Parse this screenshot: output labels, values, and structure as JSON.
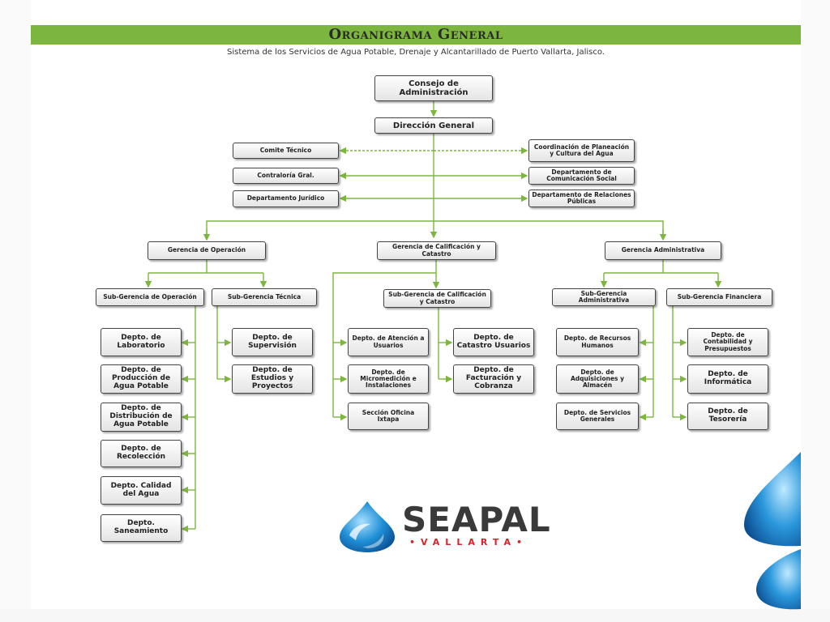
{
  "header": {
    "title": "Organigrama General",
    "subtitle": "Sistema de los Servicios de Agua Potable, Drenaje y Alcantarillado de Puerto Vallarta, Jalisco."
  },
  "org": {
    "consejo": "Consejo de Administración",
    "direccion": "Dirección General",
    "comite": "Comite Técnico",
    "contraloria": "Contraloría Gral.",
    "juridico": "Departamento Jurídico",
    "planeacion": "Coordinación de Planeación y Cultura del Agua",
    "comunicacion": "Departamento de Comunicación Social",
    "relaciones": "Departamento de Relaciones Públicas",
    "gerencia_operacion": "Gerencia de Operación",
    "gerencia_calificacion": "Gerencia de Calificación y Catastro",
    "gerencia_administrativa": "Gerencia Administrativa",
    "sub_operacion": "Sub-Gerencia de Operación",
    "sub_tecnica": "Sub-Gerencia Técnica",
    "sub_calificacion": "Sub-Gerencia de Calificación y Catastro",
    "sub_administrativa": "Sub-Gerencia Administrativa",
    "sub_financiera": "Sub-Gerencia Financiera",
    "laboratorio": "Depto. de Laboratorio",
    "produccion": "Depto. de Producción de Agua Potable",
    "distribucion": "Depto. de Distribución de Agua Potable",
    "recoleccion": "Depto. de Recolección",
    "calidad": "Depto. Calidad del Agua",
    "saneamiento": "Depto. Saneamiento",
    "supervision": "Depto. de Supervisión",
    "estudios": "Depto. de Estudios y Proyectos",
    "atencion": "Depto. de Atención a Usuarios",
    "micromedicion": "Depto. de Micromedición e Instalaciones",
    "ixtapa": "Sección Oficina Ixtapa",
    "catastro": "Depto. de Catastro Usuarios",
    "facturacion": "Depto. de Facturación y Cobranza",
    "recursos": "Depto. de Recursos Humanos",
    "adquisiciones": "Depto. de Adquisiciones y Almacén",
    "servicios": "Depto. de Servicios Generales",
    "contabilidad": "Depto. de Contabilidad y Presupuestos",
    "informatica": "Depto. de Informática",
    "tesoreria": "Depto. de Tesorería"
  },
  "logo": {
    "name": "SEAPAL",
    "sub": "•VALLARTA•"
  },
  "colors": {
    "accent_green": "#7cb63f",
    "logo_blue": "#1f8fd6",
    "logo_red": "#d3252b"
  }
}
